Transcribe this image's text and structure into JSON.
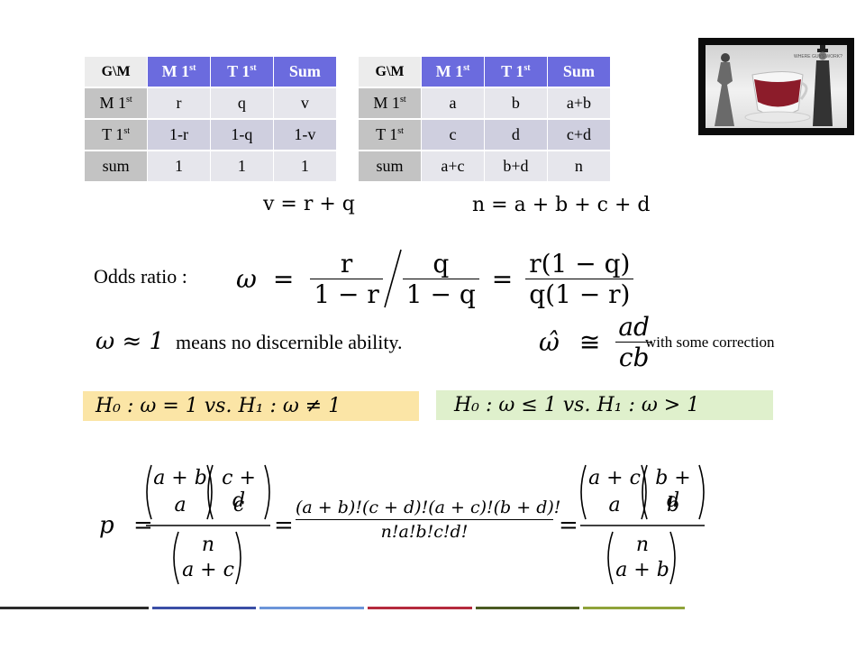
{
  "table_left": {
    "header": {
      "corner": "G\\M",
      "col1": "M 1",
      "col2": "T 1",
      "col3": "Sum",
      "sup": "st"
    },
    "rows": [
      {
        "label": "M 1",
        "sup": "st",
        "cells": [
          "r",
          "q",
          "v"
        ]
      },
      {
        "label": "T 1",
        "sup": "st",
        "cells": [
          "1-r",
          "1-q",
          "1-v"
        ]
      },
      {
        "label": "sum",
        "sup": "",
        "cells": [
          "1",
          "1",
          "1"
        ]
      }
    ],
    "note": "v = r + q"
  },
  "table_right": {
    "header": {
      "corner": "G\\M",
      "col1": "M 1",
      "col2": "T 1",
      "col3": "Sum",
      "sup": "st"
    },
    "rows": [
      {
        "label": "M 1",
        "sup": "st",
        "cells": [
          "a",
          "b",
          "a+b"
        ]
      },
      {
        "label": "T 1",
        "sup": "st",
        "cells": [
          "c",
          "d",
          "c+d"
        ]
      },
      {
        "label": "sum",
        "sup": "",
        "cells": [
          "a+c",
          "b+d",
          "n"
        ]
      }
    ],
    "note": "n = a + b + c + d"
  },
  "image": {
    "caption": "WHERE GUYS WORK?"
  },
  "odds": {
    "label": "Odds ratio :",
    "omega": "ω",
    "eq": "=",
    "r": "r",
    "one_minus_r": "1 − r",
    "q": "q",
    "one_minus_q": "1 − q",
    "num2": "r(1 − q)",
    "den2": "q(1 − r)"
  },
  "approx": {
    "lhs": "ω ≈ 1",
    "text": "means  no discernible ability.",
    "estimate_lhs": "ω̂",
    "estimate_rel": "≅",
    "estimate_num": "ad",
    "estimate_den": "cb",
    "note": "with some correction"
  },
  "hypotheses": {
    "two_sided": "H₀ :  ω = 1    vs.   H₁ :   ω ≠ 1",
    "one_sided": "H₀ :  ω ≤ 1    vs.   H₁ :   ω > 1",
    "colors": {
      "two_sided": "#fbe5a6",
      "one_sided": "#dff0cc"
    }
  },
  "pformula": {
    "p": "p",
    "eq": "=",
    "binom1_top": "a + b",
    "binom1_bot": "a",
    "binom2_top": "c + d",
    "binom2_bot": "c",
    "binom3_top": "n",
    "binom3_bot": "a + c",
    "mid_num": "(a + b)!(c + d)!(a + c)!(b + d)!",
    "mid_den": "n!a!b!c!d!",
    "binom4_top": "a + c",
    "binom4_bot": "a",
    "binom5_top": "b + d",
    "binom5_bot": "b",
    "binom6_top": "n",
    "binom6_bot": "a + b"
  },
  "footer_colors": [
    "#2b2b2b",
    "#3b4fa6",
    "#6c95d9",
    "#b52a3d",
    "#4b5a22",
    "#8fa33a"
  ]
}
